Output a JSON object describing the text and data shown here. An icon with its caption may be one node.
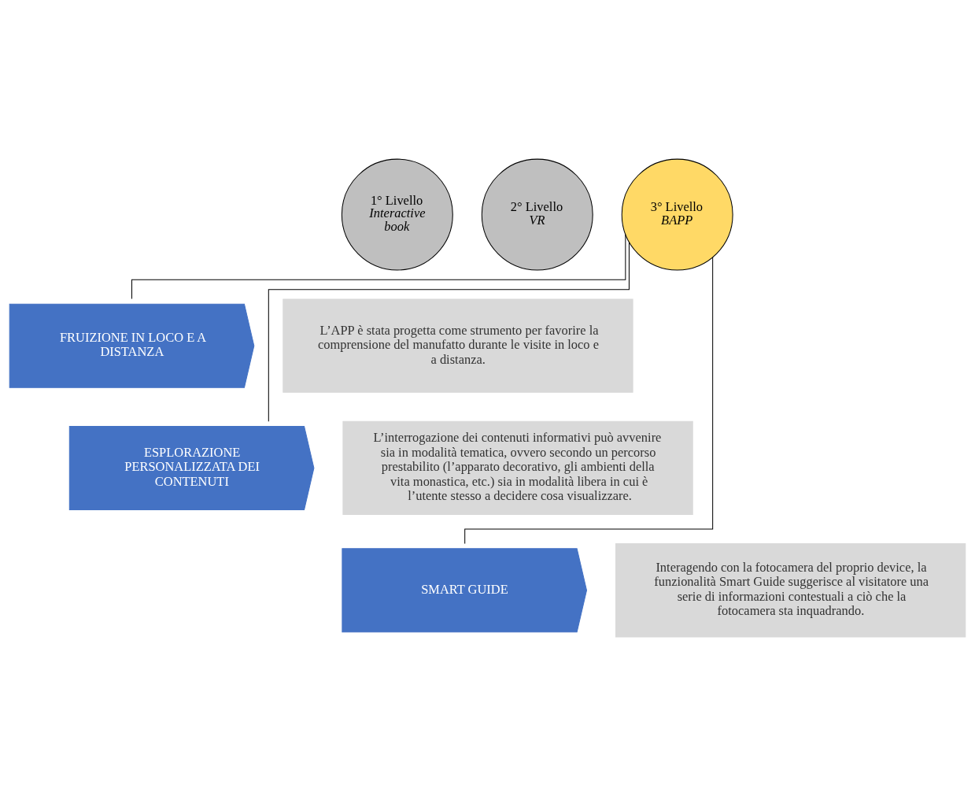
{
  "diagram": {
    "nodes": [
      {
        "text": [
          "1° Livello",
          "Interactive book"
        ]
      },
      {
        "text": [
          "2° Livello",
          "VR"
        ]
      },
      {
        "text": [
          "3° Livello",
          "BAPP"
        ]
      },
      {
        "text": [
          "FRUIZIONE IN LOCO E A DISTANZA"
        ]
      },
      {
        "text": [
          "L’APP è stata progetta come strumento per favorire la comprensione del manufatto durante le visite in loco e a distanza."
        ]
      },
      {
        "text": [
          "ESPLORAZIONE PERSONALIZZATA DEI CONTENUTI"
        ]
      },
      {
        "text": [
          "L’interrogazione dei contenuti informativi può avvenire sia in modalità tematica, ovvero secondo un percorso prestabilito (l’apparato decorativo, gli ambienti della vita monastica, etc.) sia in modalità libera in cui è l’utente stesso a decidere cosa visualizzare."
        ]
      },
      {
        "text": [
          "SMART GUIDE"
        ]
      },
      {
        "text": [
          "Interagendo con la fotocamera del proprio device, la funzionalità Smart Guide suggerisce al visitatore una serie di informazioni contestuali a ciò che la fotocamera sta inquadrando."
        ]
      }
    ],
    "edges": [
      {
        "from": 2,
        "to": 3,
        "arrow": "none"
      },
      {
        "from": 2,
        "to": 5,
        "arrow": "none"
      },
      {
        "from": 2,
        "to": 7,
        "arrow": "none"
      }
    ]
  }
}
